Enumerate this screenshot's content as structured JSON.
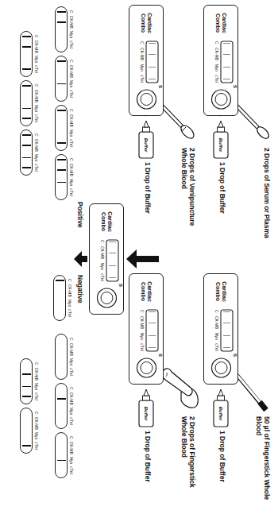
{
  "diagram": {
    "nodes": [
      {
        "text": [
          "Cardiac Combo",
          "S",
          "C",
          "CK-MB",
          "Myo",
          "cTnI"
        ]
      },
      {
        "text": [
          "Buffer"
        ]
      },
      {
        "text": [
          "Cardiac Combo",
          "S",
          "C",
          "CK-MB",
          "Myo",
          "cTnI"
        ]
      },
      {
        "text": [
          "Buffer"
        ]
      },
      {
        "text": [
          "Cardiac Combo",
          "S",
          "C",
          "CK-MB",
          "Myo",
          "cTnI"
        ]
      },
      {
        "text": [
          "Buffer"
        ]
      },
      {
        "text": [
          "Cardiac Combo",
          "S",
          "C",
          "CK-MB",
          "Myo",
          "cTnI"
        ]
      },
      {
        "text": [
          "Buffer"
        ]
      },
      {
        "text": [
          "Cardiac Combo",
          "S",
          "C",
          "CK-MB",
          "Myo",
          "cTnI"
        ]
      },
      {
        "text": [
          "C",
          "CK-MB",
          "Myo",
          "cTnI"
        ]
      },
      {
        "text": [
          "C",
          "CK-MB",
          "Myo",
          "cTnI"
        ]
      },
      {
        "text": [
          "C",
          "CK-MB",
          "Myo",
          "cTnI"
        ]
      },
      {
        "text": [
          "C",
          "CK-MB",
          "Myo",
          "cTnI"
        ]
      },
      {
        "text": [
          "C",
          "CK-MB",
          "Myo",
          "cTnI"
        ]
      },
      {
        "text": [
          "C",
          "CK-MB",
          "Myo",
          "cTnI"
        ]
      },
      {
        "text": [
          "C",
          "CK-MB",
          "Myo",
          "cTnI"
        ]
      },
      {
        "text": [
          "C",
          "CK-MB",
          "Myo",
          "cTnI"
        ]
      },
      {
        "text": [
          "C",
          "CK-MB",
          "Myo",
          "cTnI"
        ]
      },
      {
        "text": [
          "C",
          "CK-MB",
          "Myo",
          "cTnI"
        ]
      },
      {
        "text": [
          "C",
          "CK-MB",
          "Myo",
          "cTnI"
        ]
      },
      {
        "text": [
          "C",
          "CK-MB",
          "Myo",
          "cTnI"
        ]
      },
      {
        "text": [
          "C",
          "CK-MB",
          "Myo",
          "cTnI"
        ]
      }
    ],
    "labels": [
      "2 Drops of Serum or Plasma",
      "1 Drop of Buffer",
      "2 Drops of Venipuncture Whole Blood",
      "1 Drop of Buffer",
      "50 µl of Fingerstick Whole Blood",
      "1 Drop of Buffer",
      "2 Drops of Fingerstick Whole Blood",
      "1 Drop of Buffer",
      "Positive",
      "Negative"
    ]
  }
}
